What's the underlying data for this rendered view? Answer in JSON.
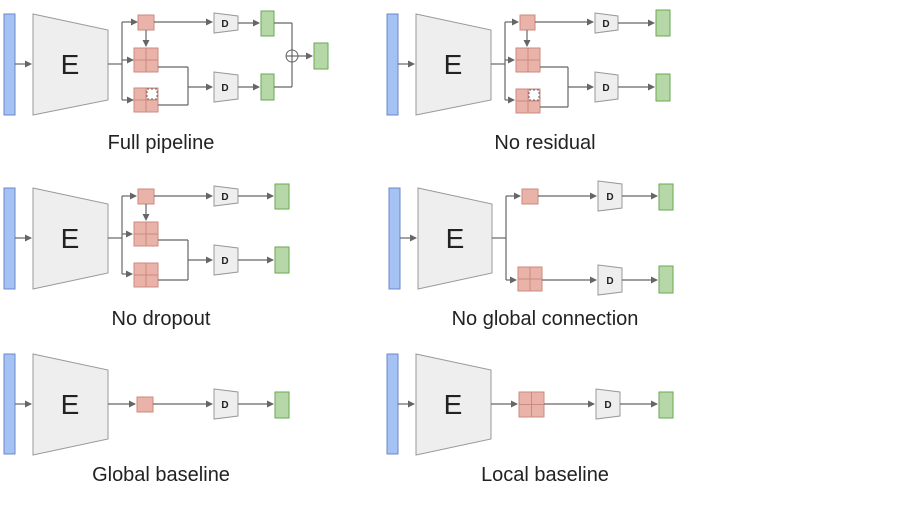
{
  "labels": {
    "encoder": "E",
    "discriminator": "D"
  },
  "captions": {
    "full_pipeline": "Full pipeline",
    "no_residual": "No residual",
    "no_dropout": "No dropout",
    "no_global_connection": "No global connection",
    "global_baseline": "Global baseline",
    "local_baseline": "Local baseline"
  },
  "colors": {
    "input": "#a4c2f4",
    "encoder": "#eeeeee",
    "feature": "#eab3aa",
    "output": "#b6d7a8"
  }
}
